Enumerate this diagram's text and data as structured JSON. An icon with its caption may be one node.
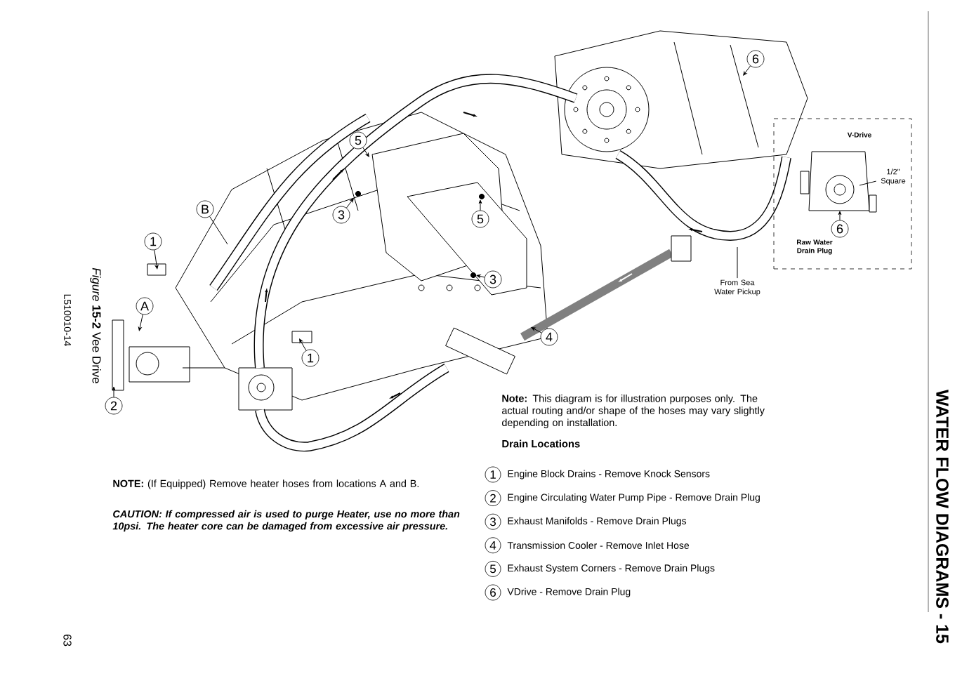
{
  "diagram": {
    "title": "WATER FLOW DIAGRAMS - 15",
    "caption": "*Figure* **15-2** Vee Drive",
    "nodes": [
      {
        "text": [
          "5"
        ]
      },
      {
        "text": [
          "B"
        ]
      },
      {
        "text": [
          "3"
        ]
      },
      {
        "text": [
          "5"
        ]
      },
      {
        "text": [
          "1"
        ]
      },
      {
        "text": [
          "3"
        ]
      },
      {
        "text": [
          "A"
        ]
      },
      {
        "text": [
          "1"
        ]
      },
      {
        "text": [
          "4"
        ]
      },
      {
        "text": [
          "2"
        ]
      },
      {
        "text": [
          "6"
        ]
      },
      {
        "text": [
          "V-Drive",
          "Raw Water Drain Plug"
        ]
      },
      {
        "text": [
          "1/2\" Square"
        ],
        "in": 11
      },
      {
        "text": [
          "6"
        ],
        "in": 11
      },
      {
        "text": [
          "From Sea Water Pickup"
        ]
      }
    ],
    "edges": [
      {
        "from": 0,
        "to": null,
        "arrow": "to"
      },
      {
        "from": 1,
        "to": null,
        "arrow": "none"
      },
      {
        "from": 2,
        "to": null,
        "arrow": "to"
      },
      {
        "from": 3,
        "to": null,
        "arrow": "to"
      },
      {
        "from": 4,
        "to": null,
        "arrow": "to"
      },
      {
        "from": 5,
        "to": null,
        "arrow": "to"
      },
      {
        "from": 6,
        "to": null,
        "arrow": "to"
      },
      {
        "from": 7,
        "to": null,
        "arrow": "to"
      },
      {
        "from": 8,
        "to": null,
        "arrow": "to"
      },
      {
        "from": 9,
        "to": null,
        "arrow": "to"
      },
      {
        "from": 10,
        "to": null,
        "arrow": "to"
      },
      {
        "from": 12,
        "to": null,
        "arrow": "none"
      },
      {
        "from": 13,
        "to": null,
        "arrow": "to"
      },
      {
        "from": 14,
        "to": null,
        "arrow": "none"
      }
    ],
    "labels": [
      "L510010-14",
      "63",
      "**NOTE:** (If Equipped) Remove heater hoses from locations A and B.",
      "CAUTION: If compressed air is used to purge Heater, use no more than 10psi. The heater core can be damaged from excessive air pressure.",
      "**Note:** This diagram is for illustration purposes only. The actual routing and/or shape of the hoses may vary slightly depending on installation.",
      "Drain Locations",
      "1",
      "Engine Block Drains - Remove Knock Sensors",
      "2",
      "Engine Circulating Water Pump Pipe - Remove Drain Plug",
      "3",
      "Exhaust Manifolds - Remove Drain Plugs",
      "4",
      "Transmission Cooler - Remove Inlet Hose",
      "5",
      "Exhaust System Corners - Remove Drain Plugs",
      "6",
      "VDrive - Remove Drain Plug"
    ]
  }
}
